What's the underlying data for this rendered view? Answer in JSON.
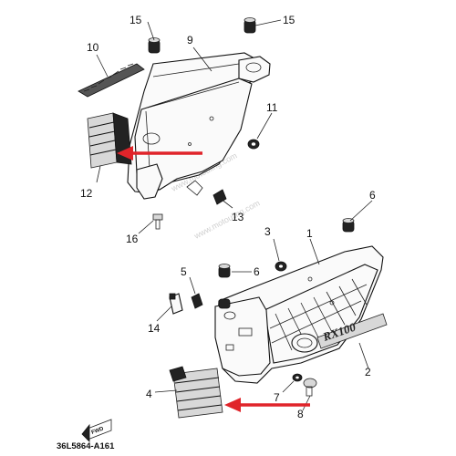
{
  "diagram": {
    "callouts": [
      {
        "id": "c1",
        "label": "1"
      },
      {
        "id": "c2",
        "label": "2"
      },
      {
        "id": "c3",
        "label": "3"
      },
      {
        "id": "c4",
        "label": "4"
      },
      {
        "id": "c5",
        "label": "5"
      },
      {
        "id": "c6a",
        "label": "6"
      },
      {
        "id": "c6b",
        "label": "6"
      },
      {
        "id": "c7",
        "label": "7"
      },
      {
        "id": "c8",
        "label": "8"
      },
      {
        "id": "c9",
        "label": "9"
      },
      {
        "id": "c10",
        "label": "10"
      },
      {
        "id": "c11",
        "label": "11"
      },
      {
        "id": "c12",
        "label": "12"
      },
      {
        "id": "c13",
        "label": "13"
      },
      {
        "id": "c14",
        "label": "14"
      },
      {
        "id": "c15a",
        "label": "15"
      },
      {
        "id": "c15b",
        "label": "15"
      },
      {
        "id": "c16",
        "label": "16"
      }
    ],
    "emblem_text": "RX100",
    "fwd_label": "FWD",
    "diagram_code": "36L5864-A161",
    "watermark": "www.motouling.com",
    "highlight_color": "#e0242a"
  }
}
